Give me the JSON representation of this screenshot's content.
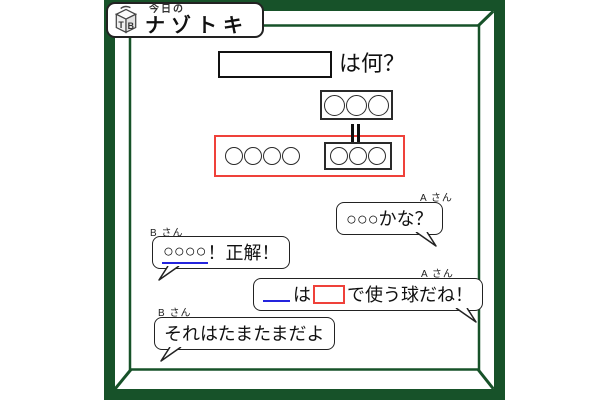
{
  "colors": {
    "frame_green": "#175229",
    "accent_red": "#ef413a",
    "underline_blue": "#2424dd",
    "ink": "#111111"
  },
  "logo": {
    "subtitle": "今日の",
    "title": "ナゾトキ",
    "cube_left_letter": "T",
    "cube_right_letter": "B"
  },
  "puzzle": {
    "answer_blank": "",
    "question_suffix": "は何？",
    "top_box_circles": 3,
    "equals_symbol": "=",
    "red_group": {
      "loose_circles": 4,
      "boxed_circles": 3
    }
  },
  "conversation": [
    {
      "speaker": "A さん",
      "text": "○○○かな？"
    },
    {
      "speaker": "B さん",
      "underlined_text": "○○○○",
      "text": "！正解！"
    },
    {
      "speaker": "A さん",
      "text_mid": "は",
      "text_end": "で使う球だね！"
    },
    {
      "speaker": "B さん",
      "text": "それはたまたまだよ"
    }
  ]
}
